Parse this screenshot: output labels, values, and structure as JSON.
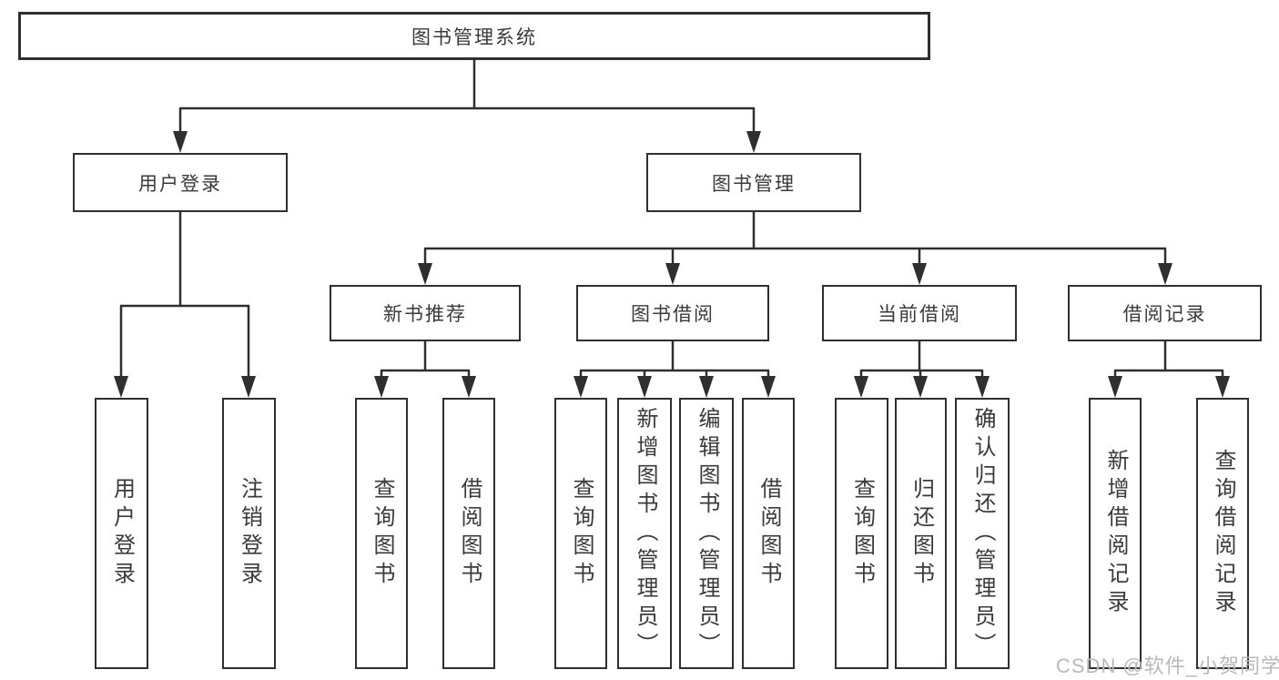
{
  "diagram": {
    "root": {
      "label": "图书管理系统"
    },
    "level2": [
      {
        "id": "user-login",
        "label": "用户登录"
      },
      {
        "id": "book-management",
        "label": "图书管理"
      }
    ],
    "level3": [
      {
        "id": "new-book-recommendation",
        "label": "新书推荐"
      },
      {
        "id": "book-borrowing",
        "label": "图书借阅"
      },
      {
        "id": "current-borrowing",
        "label": "当前借阅"
      },
      {
        "id": "borrowing-records",
        "label": "借阅记录"
      }
    ],
    "leaves": [
      {
        "id": "user-login",
        "label": "用户登录",
        "parent": "用户登录"
      },
      {
        "id": "logout",
        "label": "注销登录",
        "parent": "用户登录"
      },
      {
        "id": "query-books-recommend",
        "label": "查询图书",
        "parent": "新书推荐"
      },
      {
        "id": "borrow-books-recommend",
        "label": "借阅图书",
        "parent": "新书推荐"
      },
      {
        "id": "query-books-borrow",
        "label": "查询图书",
        "parent": "图书借阅"
      },
      {
        "id": "add-books-admin",
        "label": "新增图书（管理员）",
        "parent": "图书借阅"
      },
      {
        "id": "edit-books-admin",
        "label": "编辑图书（管理员）",
        "parent": "图书借阅"
      },
      {
        "id": "borrow-books-borrow",
        "label": "借阅图书",
        "parent": "图书借阅"
      },
      {
        "id": "query-books-current",
        "label": "查询图书",
        "parent": "当前借阅"
      },
      {
        "id": "return-books",
        "label": "归还图书",
        "parent": "当前借阅"
      },
      {
        "id": "confirm-return-admin",
        "label": "确认归还（管理员）",
        "parent": "当前借阅"
      },
      {
        "id": "add-borrow-record",
        "label": "新增借阅记录",
        "parent": "借阅记录"
      },
      {
        "id": "query-borrow-record",
        "label": "查询借阅记录",
        "parent": "借阅记录"
      }
    ]
  },
  "watermark": {
    "text": "CSDN @软件_小贺同学"
  },
  "colors": {
    "line": "#2f2f2f",
    "border": "#2f2f2f",
    "text": "#3a3a3a",
    "background": "#ffffff",
    "watermark": "#b9b9b9"
  }
}
